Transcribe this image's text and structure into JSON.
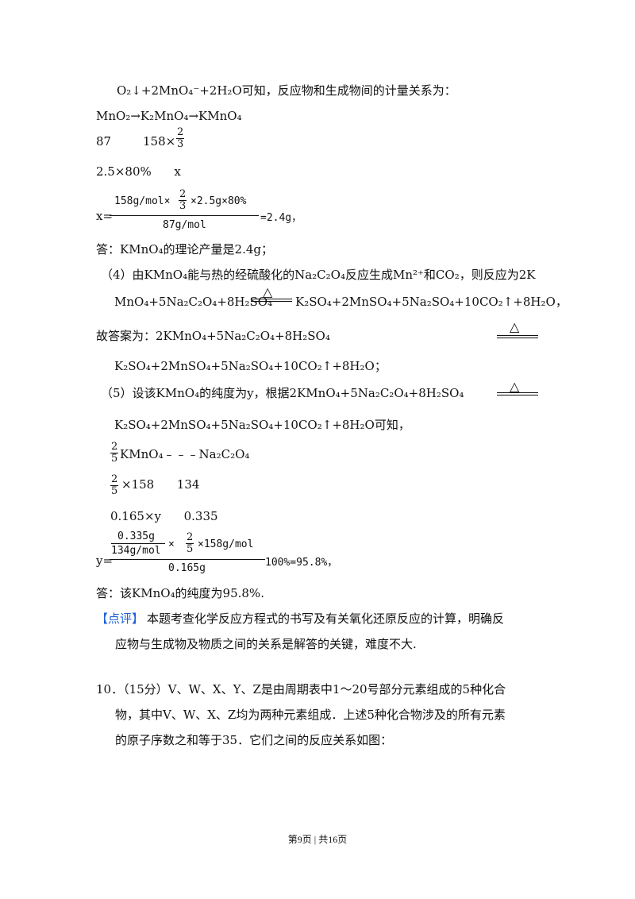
{
  "lines": {
    "l1": "O₂↓+2MnO₄⁻+2H₂O可知，反应物和生成物间的计量关系为：",
    "l2": "MnO₂→K₂MnO₄→KMnO₄",
    "l3a": "87",
    "l3b": "158×",
    "l4": "2.5×80%      x",
    "calc_x_prefix": "x=",
    "calc_x_num": "158g/mol×",
    "calc_x_num2": "×2.5g×80%",
    "calc_x_den": "87g/mol",
    "calc_x_result": "=2.4g，",
    "ans1": "答：KMnO₄的理论产量是2.4g；",
    "p4a": "（4）由KMnO₄能与热的经硫酸化的Na₂C₂O₄反应生成Mn²⁺和CO₂，则反应为2K",
    "p4b1": "MnO₄+5Na₂C₂O₄+8H₂SO₄",
    "p4b2": "K₂SO₄+2MnSO₄+5Na₂SO₄+10CO₂↑+8H₂O，",
    "p4c": "故答案为：2KMnO₄+5Na₂C₂O₄+8H₂SO₄",
    "p4d": "K₂SO₄+2MnSO₄+5Na₂SO₄+10CO₂↑+8H₂O；",
    "p5a": "（5）设该KMnO₄的纯度为y，根据2KMnO₄+5Na₂C₂O₄+8H₂SO₄",
    "p5b": "K₂SO₄+2MnSO₄+5Na₂SO₄+10CO₂↑+8H₂O可知，",
    "p5c": "KMnO₄﹣﹣﹣Na₂C₂O₄",
    "p5d": "×158      134",
    "p5e": "0.165×y      0.335",
    "calc_y_prefix": "y=",
    "calc_y_n1": "0.335g",
    "calc_y_d1": "134g/mol",
    "calc_y_mid": "×",
    "calc_y_rest": "×158g/mol",
    "calc_y_den": "0.165g",
    "calc_y_result": "100%=95.8%，",
    "ans2": "答：该KMnO₄的纯度为95.8%.",
    "review_tag": "【点评】",
    "review_a": "本题考查化学反应方程式的书写及有关氧化还原反应的计算，明确反",
    "review_b": "应物与生成物及物质之间的关系是解答的关键，难度不大.",
    "q10a": "10．（15分）V、W、X、Y、Z是由周期表中1～20号部分元素组成的5种化合",
    "q10b": "物，其中V、W、X、Z均为两种元素组成．上述5种化合物涉及的所有元素",
    "q10c": "的原子序数之和等于35．它们之间的反应关系如图："
  },
  "fractions": {
    "two": "2",
    "three": "3",
    "five": "5"
  },
  "symbols": {
    "delta": "△"
  },
  "footer": "第9页 | 共16页",
  "colors": {
    "highlight": "#1a5fd6"
  }
}
